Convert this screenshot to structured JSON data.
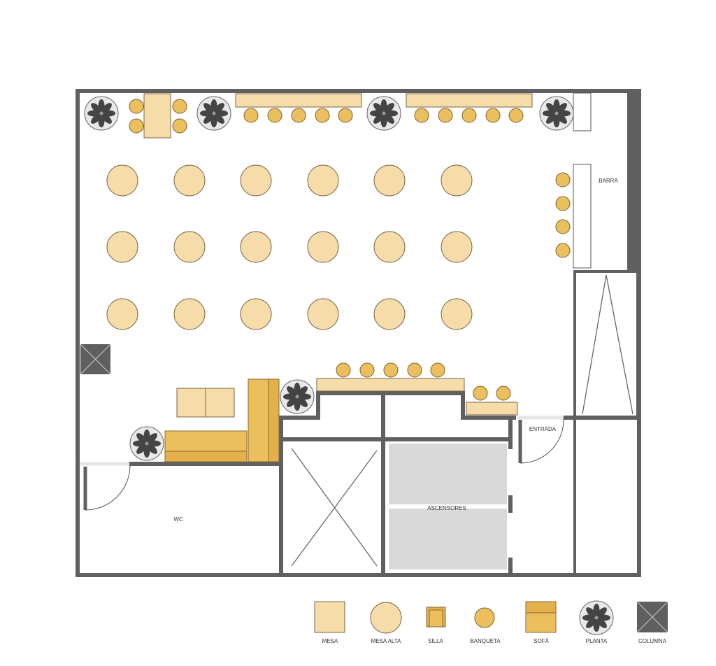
{
  "title": "Plano de planta",
  "rooms": {
    "bar": "BARRA",
    "wc": "WC",
    "elevators": "ASCENSORES",
    "entrance": "ENTRADA"
  },
  "legend": [
    {
      "key": "mesa",
      "label": "MESA"
    },
    {
      "key": "mesa-alta",
      "label": "MESA ALTA"
    },
    {
      "key": "silla",
      "label": "SILLA"
    },
    {
      "key": "banqueta",
      "label": "BANQUETA"
    },
    {
      "key": "sofa",
      "label": "SOFÁ"
    },
    {
      "key": "planta",
      "label": "PLANTA"
    },
    {
      "key": "columna",
      "label": "COLUMNA"
    }
  ],
  "colors": {
    "wall": "#606060",
    "table": "#f5dca8",
    "stool": "#ecbf5e",
    "sofa": "#ecbf5e",
    "elevator": "#d9d9d9",
    "column": "#5f5f5f"
  }
}
